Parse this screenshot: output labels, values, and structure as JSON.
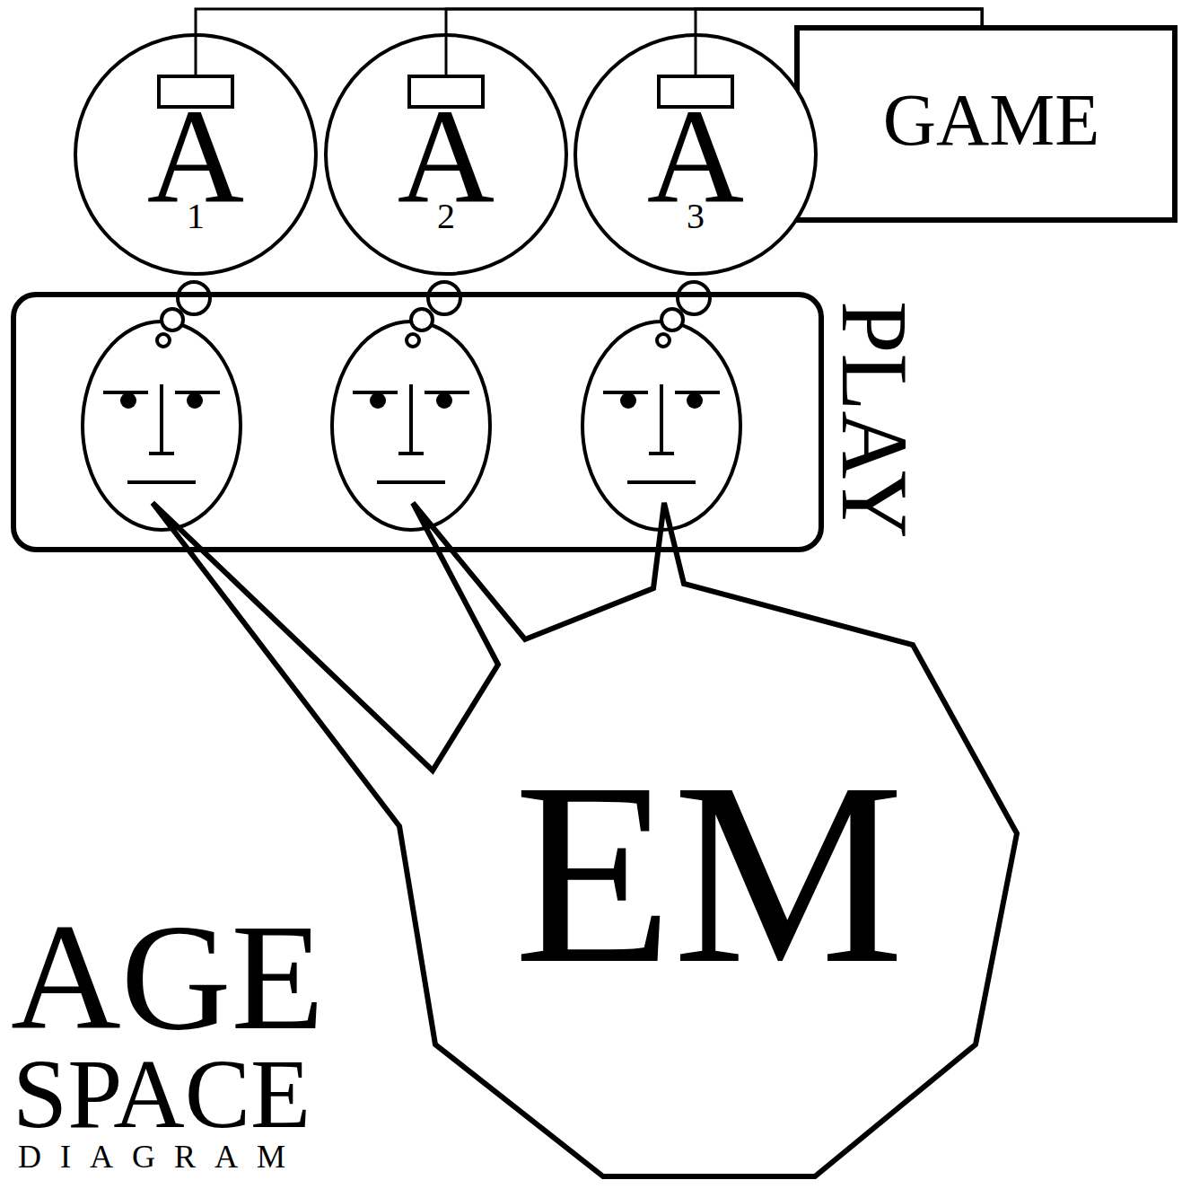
{
  "diagram": {
    "nodes": [
      {
        "text": [
          "A",
          "1"
        ]
      },
      {
        "text": [
          "A",
          "2"
        ]
      },
      {
        "text": [
          "A",
          "3"
        ]
      },
      {
        "text": [
          "GAME"
        ]
      },
      {
        "text": [
          "PLAY"
        ]
      },
      {
        "text": [
          "EM"
        ]
      }
    ],
    "edges": [
      {
        "from": 0,
        "to": 3,
        "arrow": "none"
      },
      {
        "from": 1,
        "to": 3,
        "arrow": "none"
      },
      {
        "from": 2,
        "to": 3,
        "arrow": "none"
      }
    ],
    "labels": [
      "AGE",
      "SPACE",
      "DIAGRAM"
    ]
  }
}
